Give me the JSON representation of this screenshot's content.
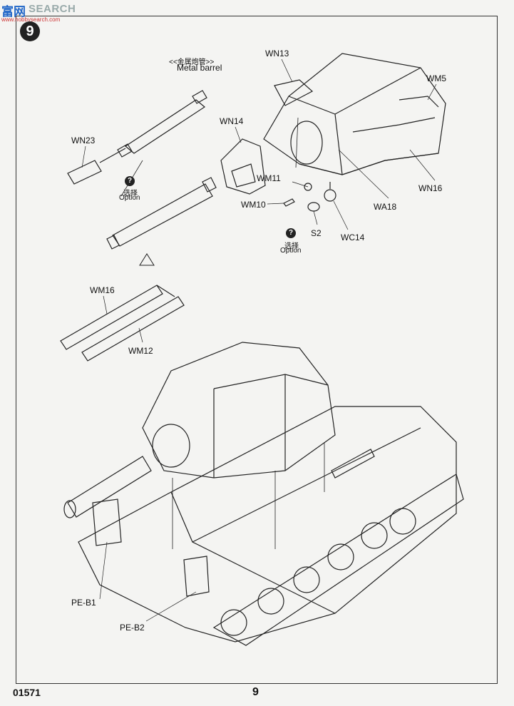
{
  "watermark": {
    "brand": "富网",
    "search": "SEARCH",
    "url": "www.hobbysearch.com"
  },
  "step": {
    "number": "9"
  },
  "parts": {
    "wn13": "WN13",
    "wm5": "WM5",
    "wn14": "WN14",
    "wn23": "WN23",
    "wm11": "WM11",
    "wm10": "WM10",
    "wn16": "WN16",
    "wa18": "WA18",
    "s2": "S2",
    "wc14": "WC14",
    "wm16": "WM16",
    "wm12": "WM12",
    "peb1": "PE-B1",
    "peb2": "PE-B2"
  },
  "metal_barrel": {
    "cn": "<<金属炮管>>",
    "en": "Metal barrel"
  },
  "option1": {
    "icon": "?",
    "cn": "选择",
    "en": "Option"
  },
  "option2": {
    "icon": "?",
    "cn": "选择",
    "en": "Option"
  },
  "footer": {
    "code": "01571",
    "page": "9"
  }
}
